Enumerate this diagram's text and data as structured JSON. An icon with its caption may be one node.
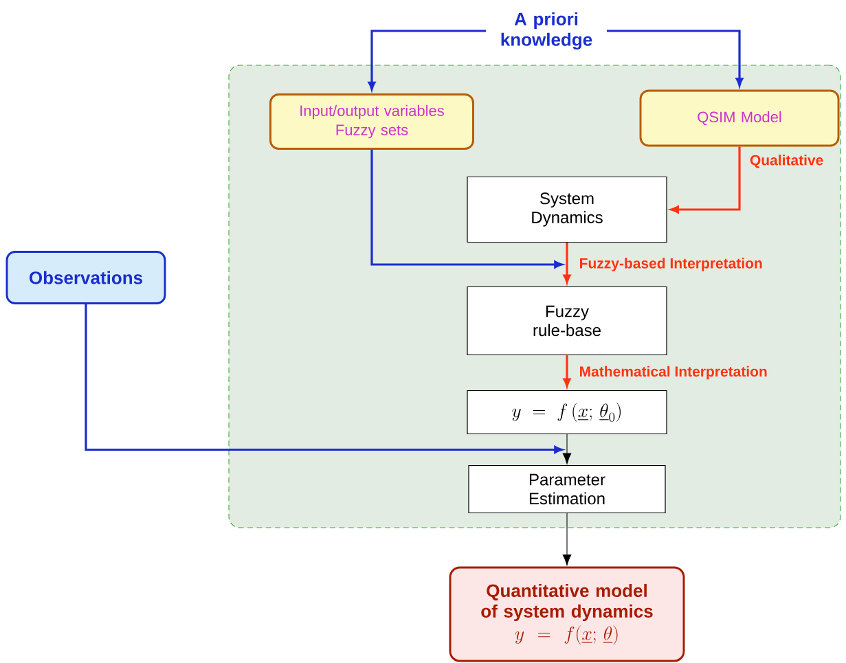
{
  "diagram": {
    "nodes": [
      {
        "text": [
          "A priori knowledge"
        ]
      },
      {
        "text": [],
        "shape": "box"
      },
      {
        "text": [
          "Input/output variables",
          "Fuzzy sets"
        ],
        "in": 1
      },
      {
        "text": [
          "QSIM Model"
        ],
        "in": 1
      },
      {
        "text": [
          "System Dynamics"
        ],
        "in": 1
      },
      {
        "text": [
          "Observations"
        ]
      },
      {
        "text": [
          "Fuzzy rule-base"
        ],
        "in": 1
      },
      {
        "text": [
          "y = f\\,(\\underline{x};\\,\\underline{\\theta}_{0})"
        ],
        "in": 1
      },
      {
        "text": [
          "Parameter Estimation"
        ],
        "in": 1
      },
      {
        "text": [
          "Quantitative model of system dynamics",
          "y = f(\\underline{x};\\,\\underline{\\theta})"
        ]
      }
    ],
    "edges": [
      {
        "from": 0,
        "to": 2,
        "arrow": "to"
      },
      {
        "from": 0,
        "to": 3,
        "arrow": "to"
      },
      {
        "from": 3,
        "to": 4,
        "arrow": "to",
        "label": "Qualitative",
        "color": "#ff3311"
      },
      {
        "from": 2,
        "to": 6,
        "arrow": "to"
      },
      {
        "from": 4,
        "to": 6,
        "arrow": "to",
        "label": "Fuzzy-based Interpretation",
        "color": "#ff3311"
      },
      {
        "from": 6,
        "to": 7,
        "arrow": "to",
        "label": "Mathematical Interpretation",
        "color": "#ff3311"
      },
      {
        "from": 5,
        "to": 8,
        "arrow": "to"
      },
      {
        "from": 7,
        "to": 8,
        "arrow": "to",
        "color": "#000000"
      },
      {
        "from": 8,
        "to": 9,
        "arrow": "to",
        "color": "#000000"
      }
    ]
  }
}
